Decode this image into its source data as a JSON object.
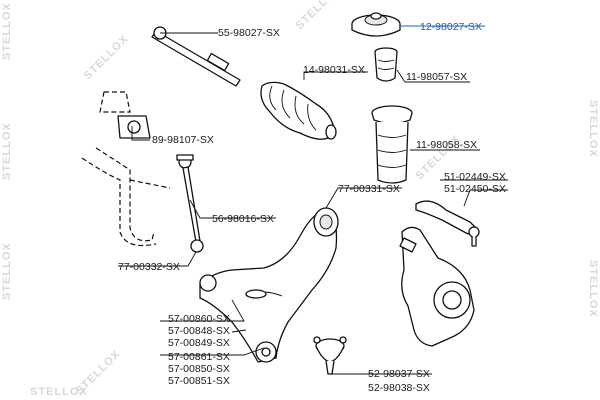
{
  "watermark": "STELLOX",
  "labels": {
    "l_12_98027": "12-98027-SX",
    "l_55_98027": "55-98027-SX",
    "l_14_98031": "14-98031-SX",
    "l_11_98057": "11-98057-SX",
    "l_89_98107": "89-98107-SX",
    "l_11_98058": "11-98058-SX",
    "l_51_02449": "51-02449-SX",
    "l_51_02450": "51-02450-SX",
    "l_77_00331": "77-00331-SX",
    "l_56_98016": "56-98016-SX",
    "l_77_00332": "77-00332-SX",
    "l_57_00860": "57-00860-SX",
    "l_57_00848": "57-00848-SX",
    "l_57_00849": "57-00849-SX",
    "l_57_00861": "57-00861-SX",
    "l_57_00850": "57-00850-SX",
    "l_57_00851": "57-00851-SX",
    "l_52_98037": "52-98037-SX",
    "l_52_98038": "52-98038-SX"
  },
  "colors": {
    "highlight": "#1f5fbf",
    "line": "#111111",
    "watermark": "#d8d8d8"
  }
}
